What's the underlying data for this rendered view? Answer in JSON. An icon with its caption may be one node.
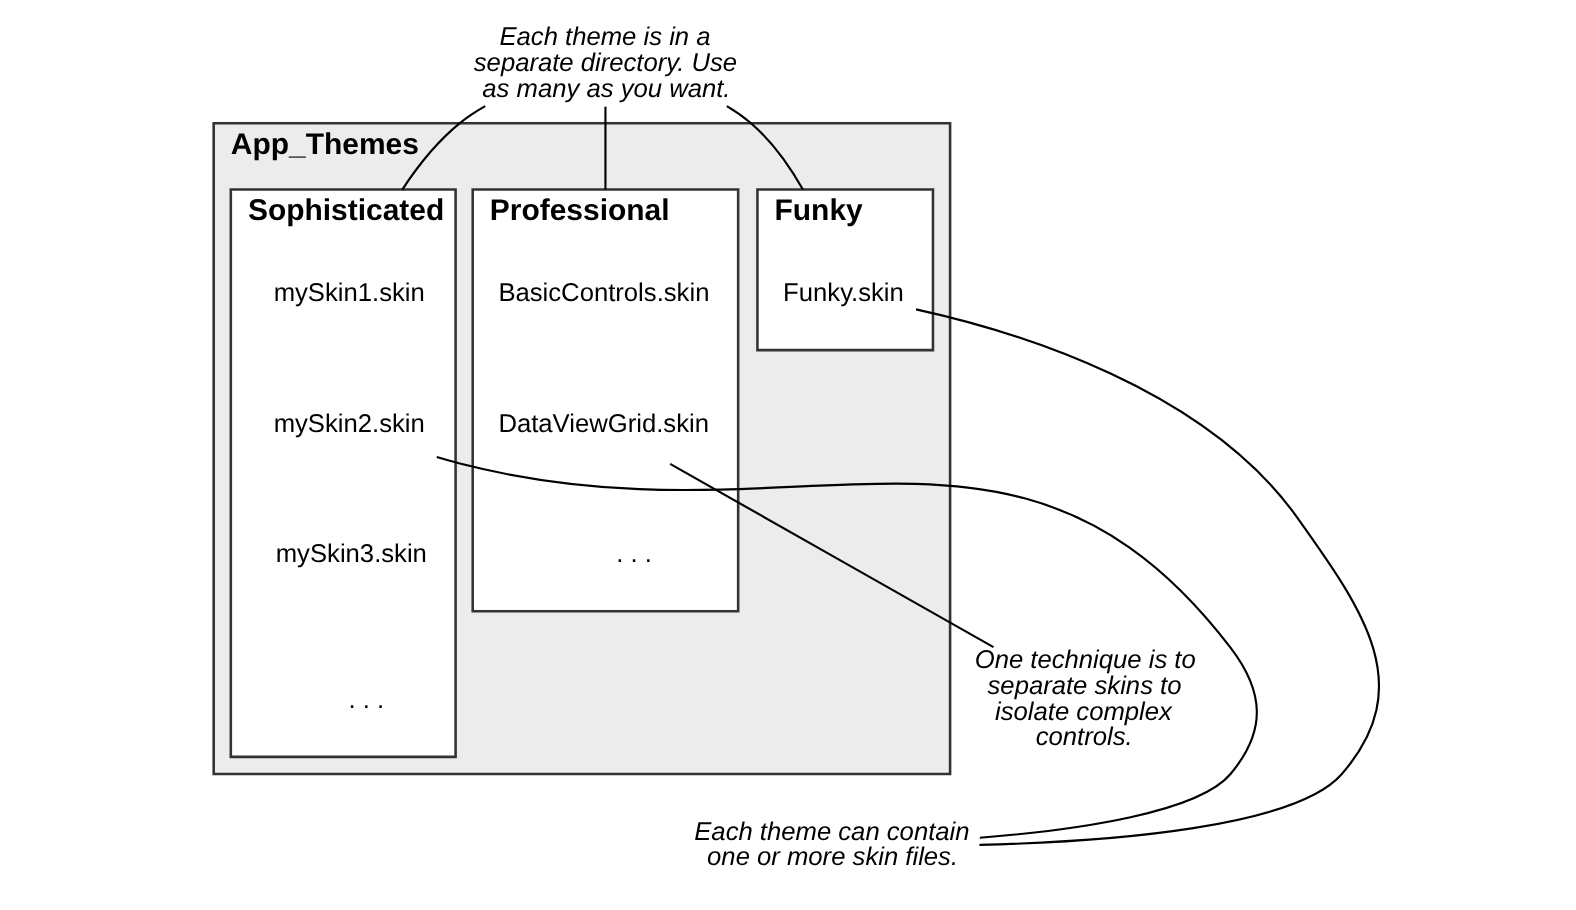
{
  "diagram": {
    "nodes": [
      {
        "text": [
          "App_Themes"
        ]
      },
      {
        "text": [
          "Funky"
        ],
        "in": 0
      },
      {
        "text": [
          "Funky.skin"
        ],
        "in": 1
      },
      {
        "text": [
          "Sophisticated"
        ],
        "in": 0
      },
      {
        "text": [
          "mySkin1.skin"
        ],
        "in": 3
      },
      {
        "text": [
          "mySkin2.skin"
        ],
        "in": 3
      },
      {
        "text": [
          "mySkin3.skin"
        ],
        "in": 3
      },
      {
        "text": [
          ". . ."
        ],
        "in": 3
      },
      {
        "text": [
          "Professional"
        ],
        "in": 0
      },
      {
        "text": [
          "BasicControls.skin"
        ],
        "in": 8
      },
      {
        "text": [
          "DataViewGrid.skin"
        ],
        "in": 8
      },
      {
        "text": [
          ". . ."
        ],
        "in": 8
      },
      {
        "text": [
          "Each theme is in a separate directory. Use as many as you want."
        ]
      },
      {
        "text": [
          "Each theme can contain one or more skin files."
        ]
      },
      {
        "text": [
          "One technique is to separate skins to isolate complex controls."
        ]
      }
    ],
    "edges": [
      {
        "from": 12,
        "to": 1,
        "arrow": "none"
      },
      {
        "from": 12,
        "to": 3,
        "arrow": "none"
      },
      {
        "from": 12,
        "to": 8,
        "arrow": "none"
      },
      {
        "from": 13,
        "to": 2,
        "arrow": "none"
      },
      {
        "from": 13,
        "to": 5,
        "arrow": "none"
      },
      {
        "from": 14,
        "to": 10,
        "arrow": "none"
      }
    ]
  }
}
